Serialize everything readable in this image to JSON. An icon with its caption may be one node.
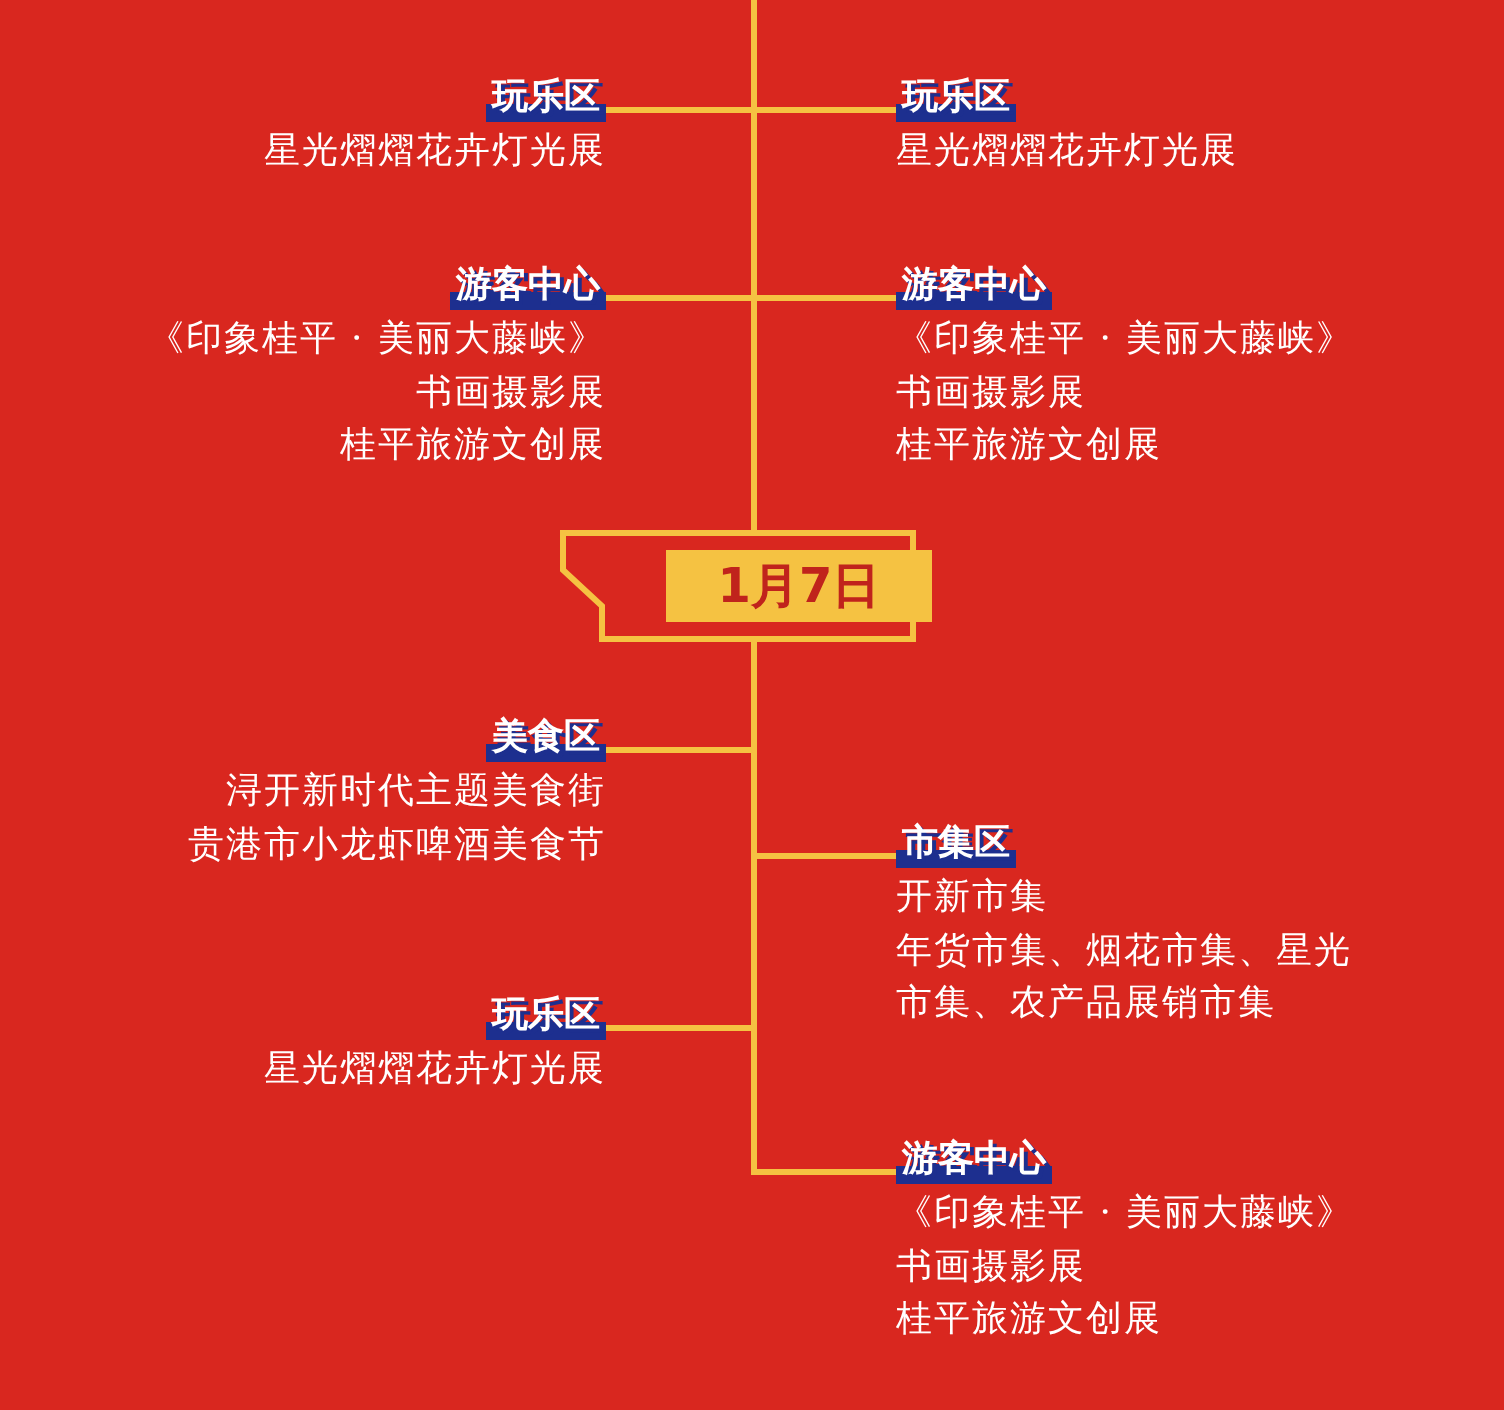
{
  "diagram": {
    "nodes": [
      {
        "text": [
          "玩乐区",
          "星光熠熠花卉灯光展"
        ]
      },
      {
        "text": [
          "玩乐区",
          "星光熠熠花卉灯光展"
        ]
      },
      {
        "text": [
          "游客中心",
          "《印象桂平 · 美丽大藤峡》",
          "书画摄影展",
          "桂平旅游文创展"
        ]
      },
      {
        "text": [
          "游客中心",
          "《印象桂平 · 美丽大藤峡》",
          "书画摄影展",
          "桂平旅游文创展"
        ]
      },
      {
        "text": [
          "1月7日"
        ]
      },
      {
        "text": [
          "美食区",
          "浔开新时代主题美食街",
          "贵港市小龙虾啤酒美食节"
        ]
      },
      {
        "text": [
          "市集区",
          "开新市集",
          "年货市集、烟花市集、星光市集、农产品展销市集"
        ]
      },
      {
        "text": [
          "玩乐区",
          "星光熠熠花卉灯光展"
        ]
      },
      {
        "text": [
          "游客中心",
          "《印象桂平 · 美丽大藤峡》",
          "书画摄影展",
          "桂平旅游文创展"
        ]
      }
    ],
    "edges": [
      {
        "from": null,
        "to": 4,
        "arrow": "none"
      },
      {
        "from": 0,
        "to": 4,
        "arrow": "none"
      },
      {
        "from": 1,
        "to": 4,
        "arrow": "none"
      },
      {
        "from": 2,
        "to": 4,
        "arrow": "none"
      },
      {
        "from": 3,
        "to": 4,
        "arrow": "none"
      },
      {
        "from": 4,
        "to": 5,
        "arrow": "none"
      },
      {
        "from": 4,
        "to": 6,
        "arrow": "none"
      },
      {
        "from": 4,
        "to": 7,
        "arrow": "none"
      },
      {
        "from": 4,
        "to": 8,
        "arrow": "none"
      }
    ]
  }
}
